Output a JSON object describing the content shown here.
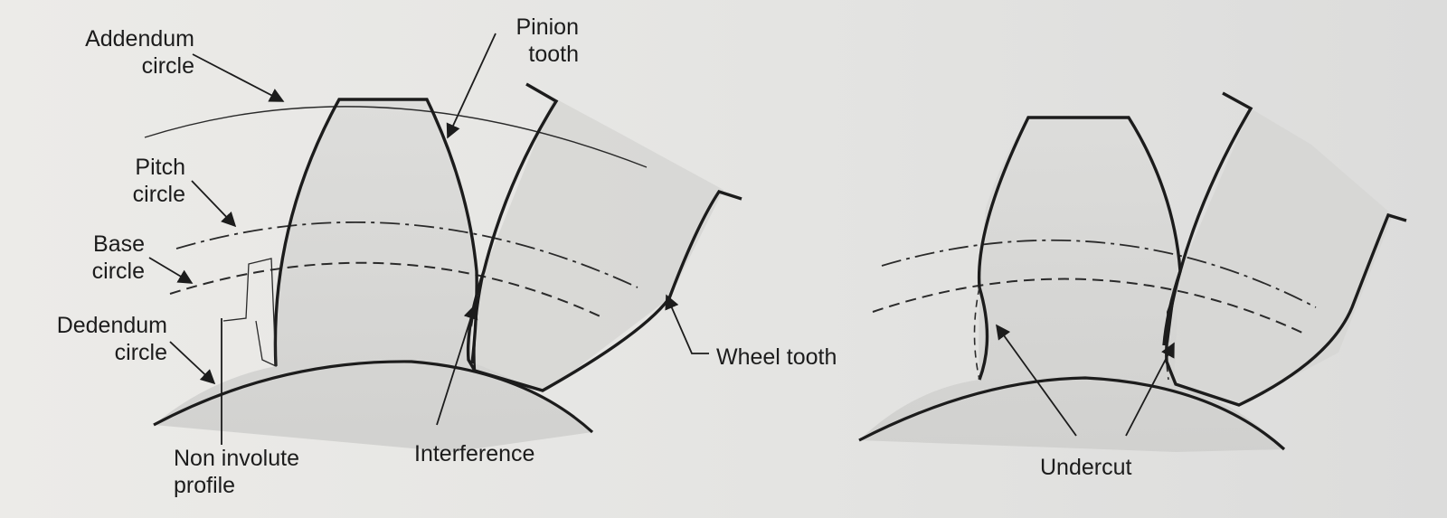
{
  "labels": {
    "addendum_circle": [
      "Addendum",
      "circle"
    ],
    "pitch_circle": [
      "Pitch",
      "circle"
    ],
    "base_circle": [
      "Base",
      "circle"
    ],
    "dedendum_circle": [
      "Dedendum",
      "circle"
    ],
    "pinion_tooth": [
      "Pinion",
      "tooth"
    ],
    "non_involute_profile": [
      "Non involute",
      "profile"
    ],
    "interference": "Interference",
    "wheel_tooth": "Wheel tooth",
    "undercut": "Undercut"
  }
}
